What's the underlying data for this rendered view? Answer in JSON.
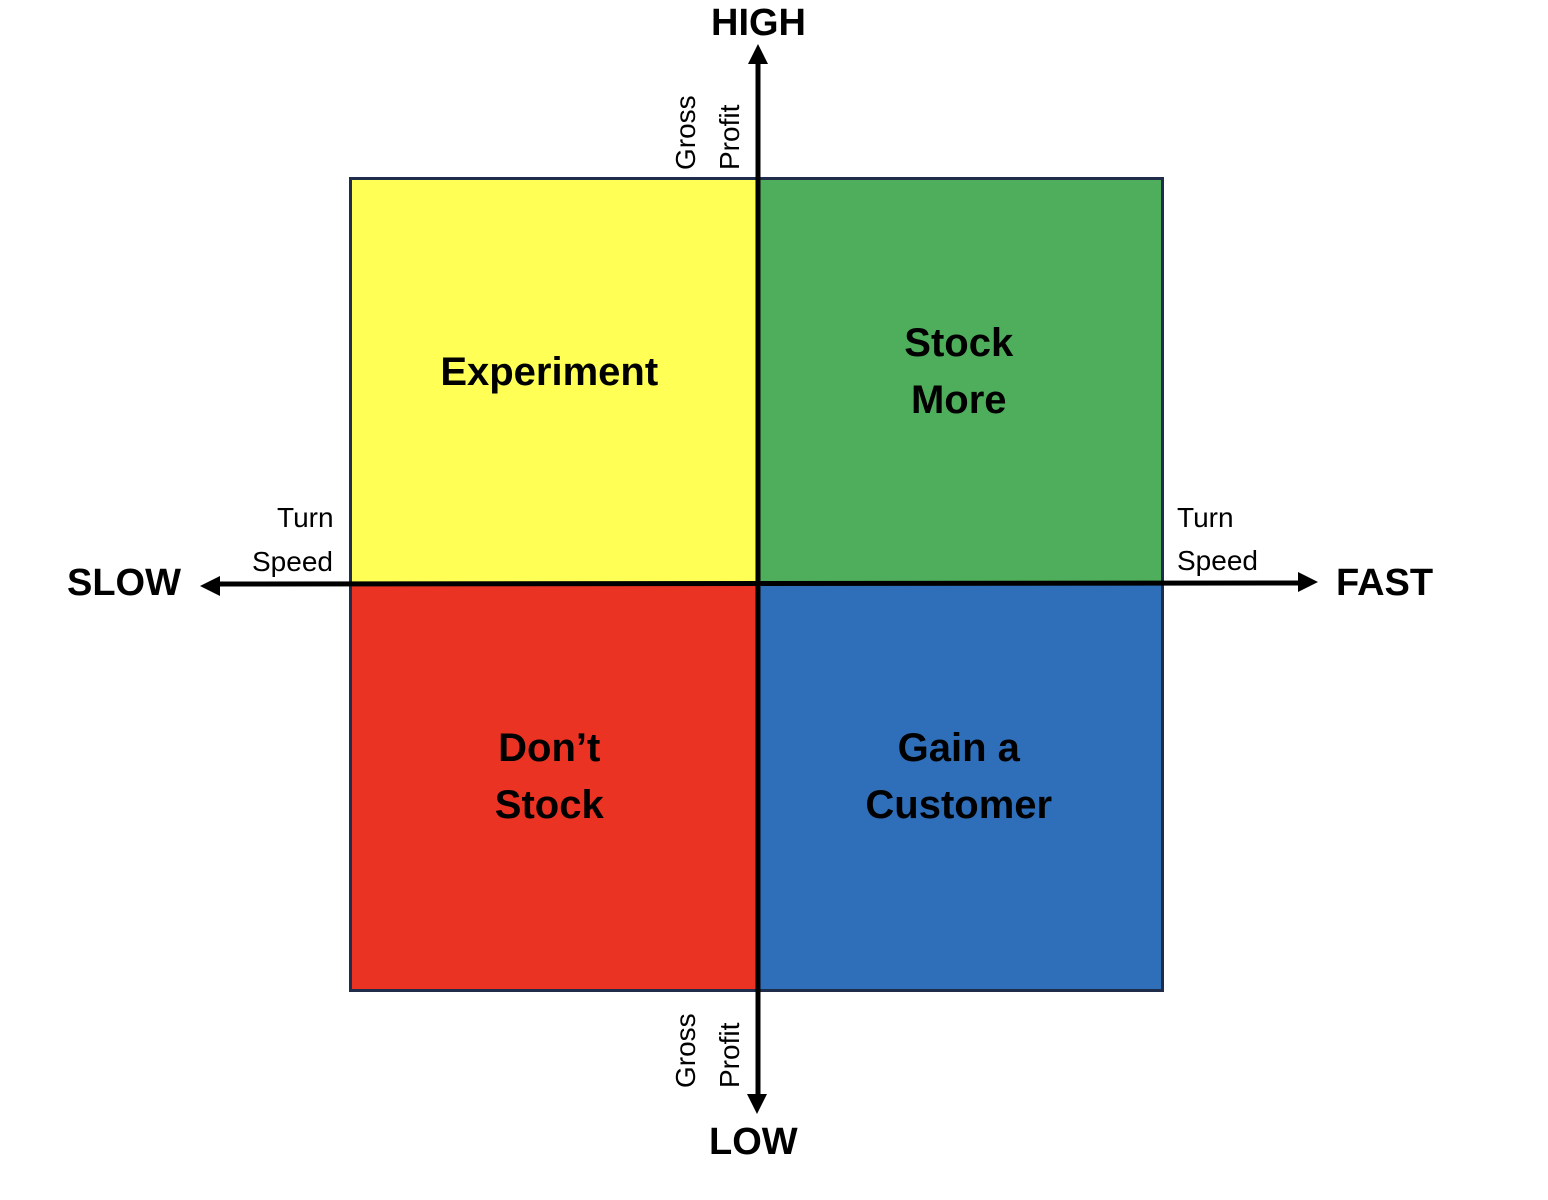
{
  "diagram": {
    "type": "2x2-matrix",
    "axes": {
      "vertical": {
        "top_label": "HIGH",
        "bottom_label": "LOW",
        "name_line1": "Gross",
        "name_line2": "Profit"
      },
      "horizontal": {
        "left_label": "SLOW",
        "right_label": "FAST",
        "name_line1": "Turn",
        "name_line2": "Speed"
      }
    },
    "quadrants": {
      "top_left": {
        "label": "Experiment",
        "color": "#ffff55"
      },
      "top_right": {
        "label": "Stock\nMore",
        "color": "#4fae5c"
      },
      "bottom_left": {
        "label": "Don’t\nStock",
        "color": "#ea3323"
      },
      "bottom_right": {
        "label": "Gain a\nCustomer",
        "color": "#2f6fba"
      }
    },
    "border_color": "#1f2d4a",
    "axis_color": "#000000"
  }
}
